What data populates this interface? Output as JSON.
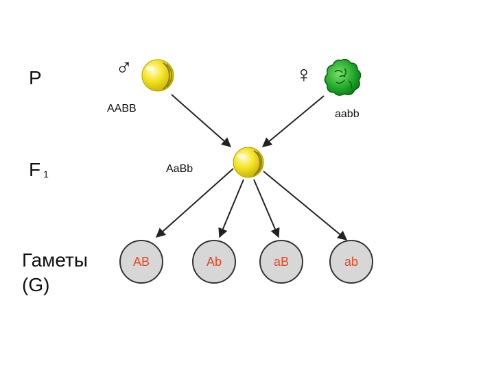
{
  "labels": {
    "p": "P",
    "f1_main": "F",
    "f1_sub": "1",
    "gametes_line1": "Гаметы",
    "gametes_line2": "(G)"
  },
  "parents": {
    "male_symbol": "♂",
    "female_symbol": "♀",
    "male_genotype": "AABB",
    "female_genotype": "aabb"
  },
  "f1": {
    "genotype": "AaBb"
  },
  "gametes": [
    "AB",
    "Ab",
    "aB",
    "ab"
  ],
  "colors": {
    "yellow_pea": "#f2e21a",
    "green_pea": "#1fa82a",
    "gamete_fill": "#d7d7d7",
    "gamete_text": "#e8471d",
    "arrow": "#222222"
  }
}
